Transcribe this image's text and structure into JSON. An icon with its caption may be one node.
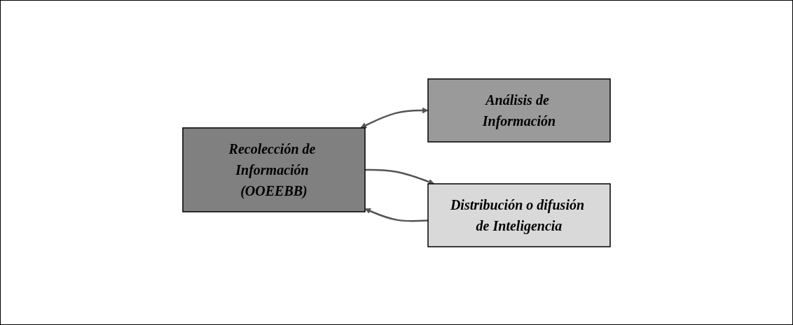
{
  "diagram": {
    "nodes": [
      {
        "text": [
          "Recolección de Información (OOEEBB)"
        ]
      },
      {
        "text": [
          "Análisis de Información"
        ]
      },
      {
        "text": [
          "Distribución o difusión de Inteligencia"
        ]
      }
    ],
    "edges": [
      {
        "from": 0,
        "to": 1,
        "arrow": "both"
      },
      {
        "from": 0,
        "to": 2,
        "arrow": "to"
      },
      {
        "from": 2,
        "to": 0,
        "arrow": "to"
      }
    ]
  }
}
